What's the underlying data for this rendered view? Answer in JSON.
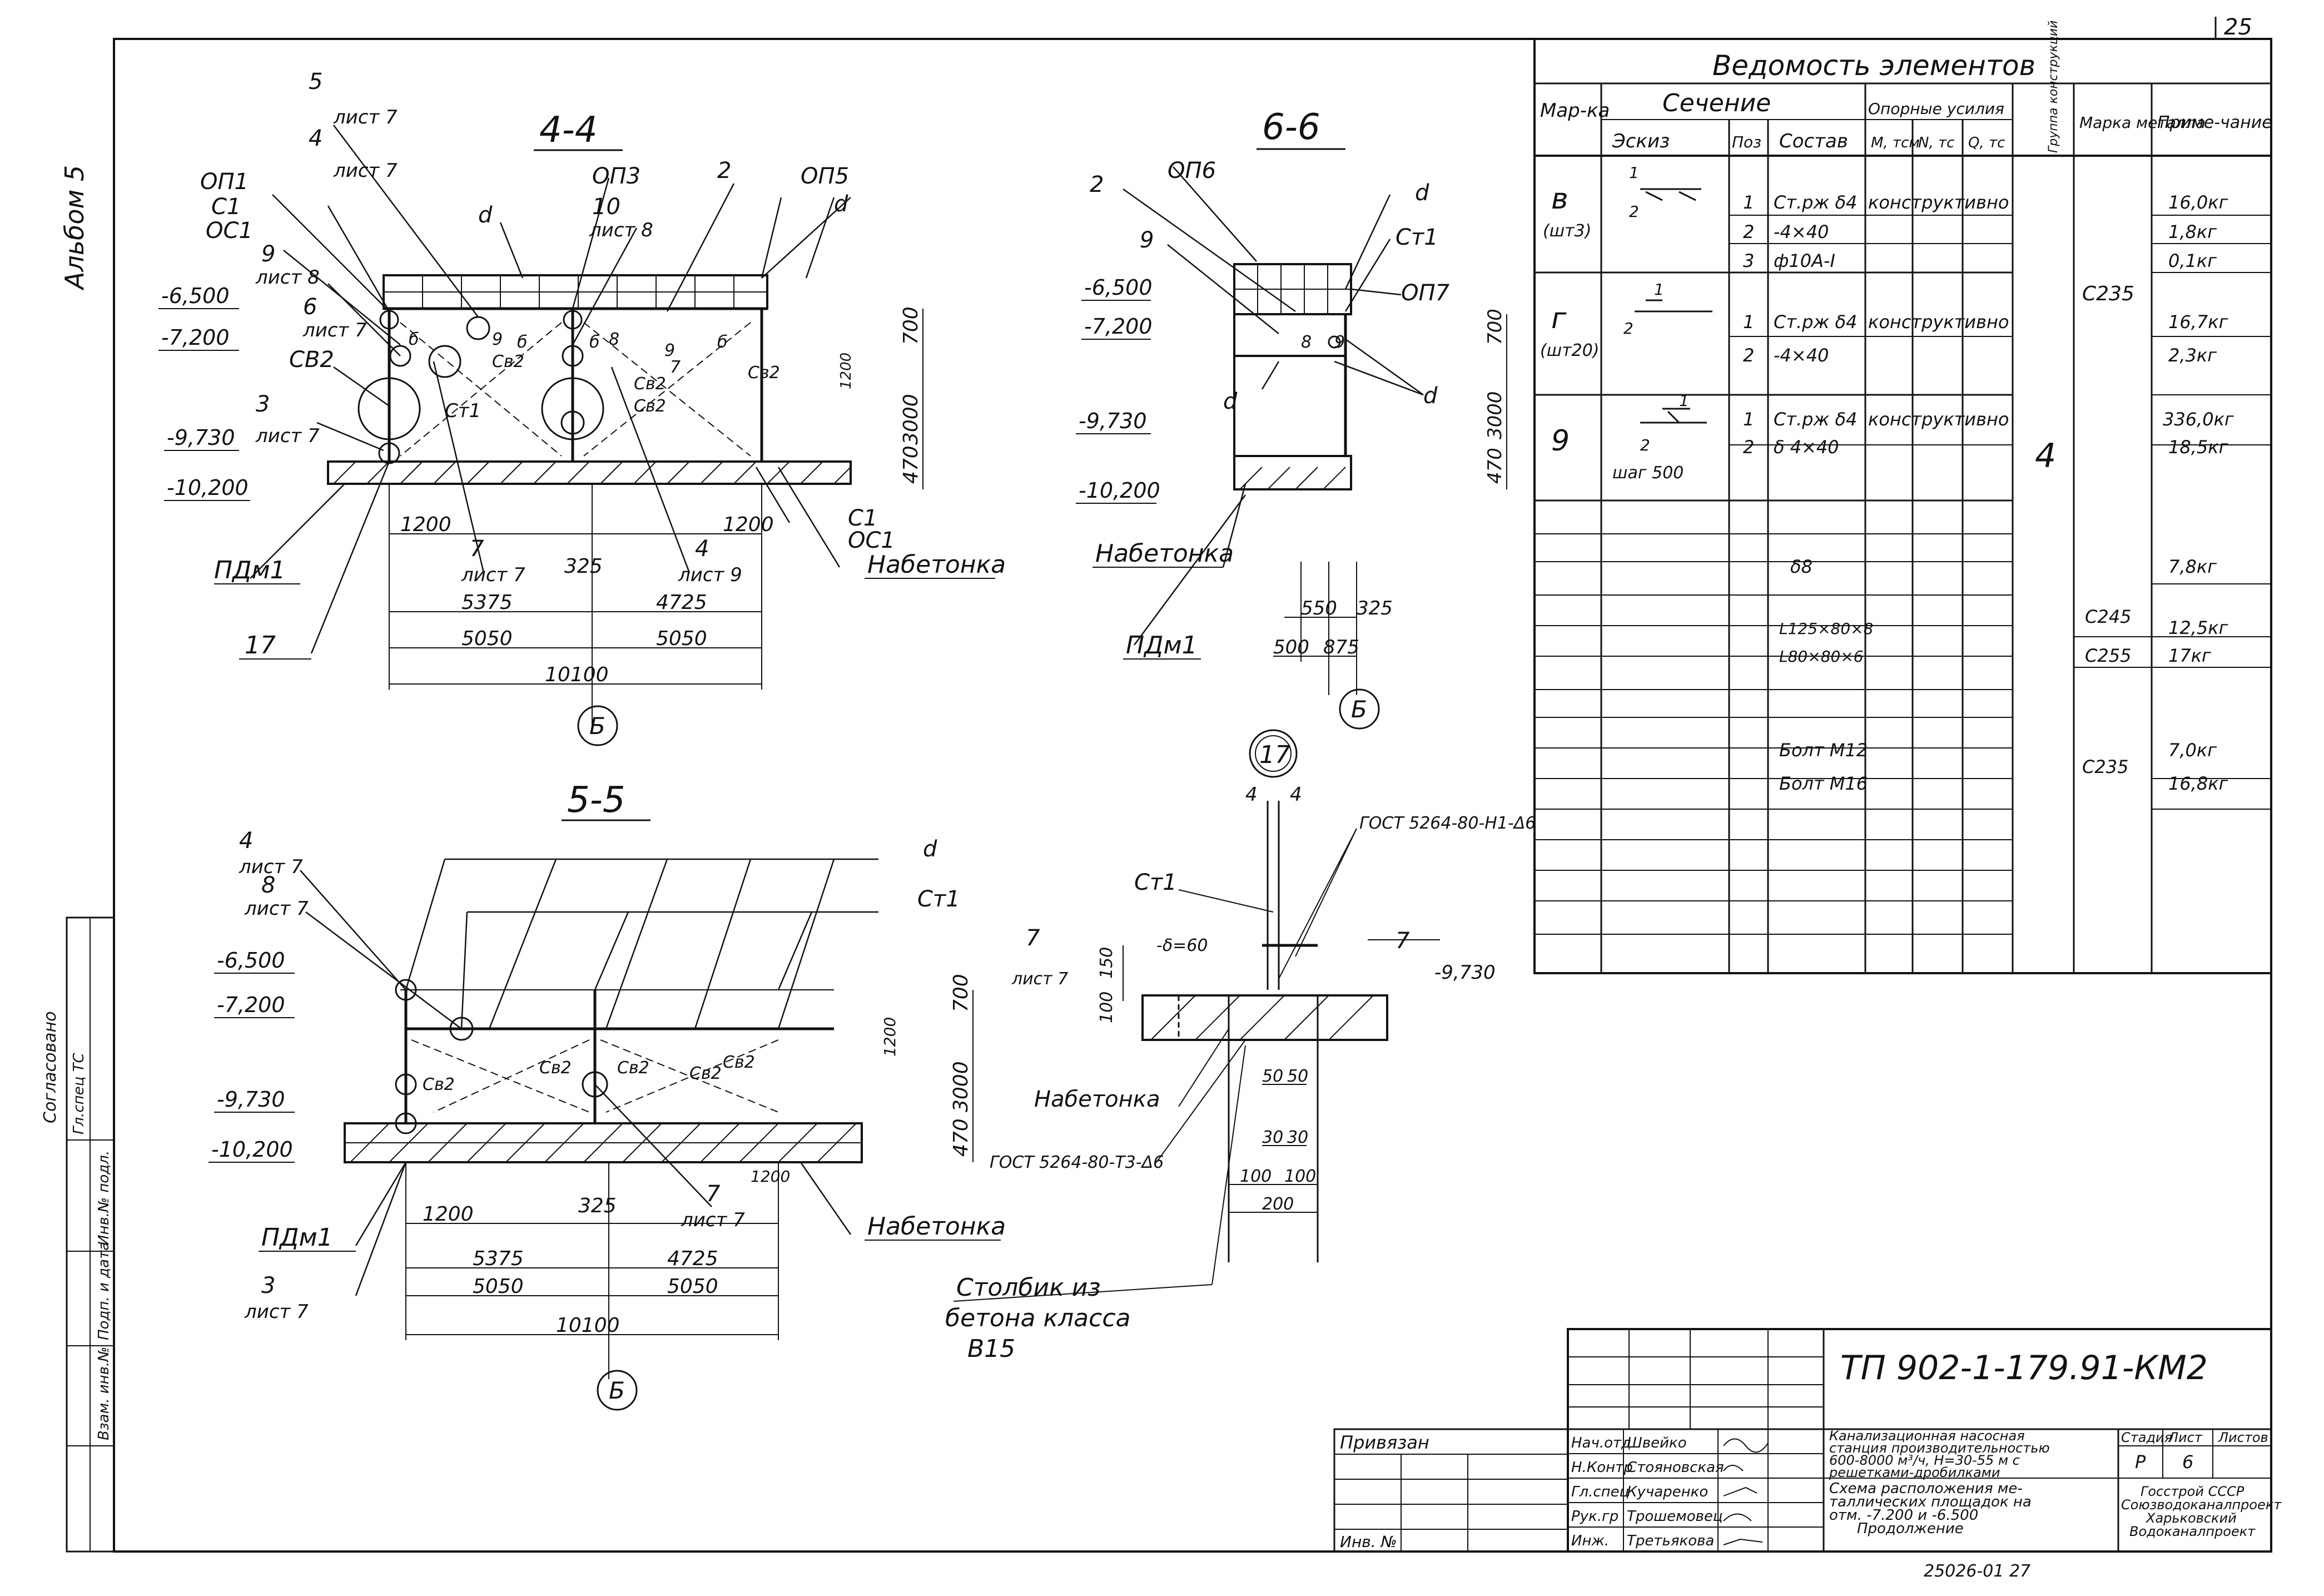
{
  "page_number": "25",
  "album": "Альбом 5",
  "sections": {
    "s44": {
      "title": "4-4",
      "callouts": [
        "5",
        "лист 7",
        "4",
        "лист 7",
        "ОП1",
        "С1",
        "ОС1",
        "9",
        "лист 8",
        "6",
        "лист 7",
        "СВ2",
        "3",
        "лист 7",
        "ОП3",
        "10",
        "лист 8",
        "2",
        "ОП5",
        "d",
        "d",
        "С1",
        "ОС1",
        "7",
        "лист 7",
        "4",
        "лист 9",
        "Ст1",
        "Св2",
        "Св2",
        "Св2",
        "Св2",
        "б",
        "б",
        "б",
        "б",
        "9",
        "9",
        "8",
        "7"
      ],
      "levels": [
        "-6,500",
        "-7,200",
        "-9,730",
        "-10,200"
      ],
      "labels": {
        "pdm": "ПДм1",
        "concrete": "Набетонка",
        "num17": "17",
        "axis": "Б"
      },
      "dims": [
        "1200",
        "1200",
        "325",
        "5375",
        "4725",
        "5050",
        "5050",
        "10100",
        "700",
        "3000",
        "470",
        "1200"
      ]
    },
    "s66": {
      "title": "6-6",
      "callouts": [
        "ОП6",
        "2",
        "9",
        "d",
        "Ст1",
        "ОП7",
        "d",
        "d",
        "8",
        "9"
      ],
      "levels": [
        "-6,500",
        "-7,200",
        "-9,730",
        "-10,200"
      ],
      "labels": {
        "concrete": "Набетонка",
        "pdm": "ПДм1",
        "axis": "Б"
      },
      "dims": [
        "700",
        "3000",
        "470",
        "550",
        "325",
        "500",
        "875"
      ]
    },
    "s55": {
      "title": "5-5",
      "callouts": [
        "4",
        "лист 7",
        "8",
        "лист 7",
        "d",
        "Ст1",
        "Св2",
        "Св2",
        "Св2",
        "Св2",
        "Св2",
        "7",
        "лист 7",
        "3",
        "лист 7"
      ],
      "levels": [
        "-6,500",
        "-7,200",
        "-9,730",
        "-10,200"
      ],
      "labels": {
        "pdm": "ПДм1",
        "concrete": "Набетонка",
        "axis": "Б"
      },
      "dims": [
        "1200",
        "325",
        "5375",
        "4725",
        "5050",
        "5050",
        "10100",
        "700",
        "3000",
        "1200",
        "470",
        "1200"
      ]
    },
    "s17": {
      "title": "17",
      "callouts": [
        "4",
        "4",
        "ГОСТ 5264-80-Н1-Δ6",
        "Ст1",
        "-δ=60",
        "7",
        "лист 7",
        "7",
        "-9,730",
        "Набетонка",
        "ГОСТ 5264-80-Т3-Δ6"
      ],
      "dims": [
        "150",
        "100",
        "50",
        "50",
        "30",
        "30",
        "100",
        "100",
        "200"
      ],
      "note": [
        "Столбик из",
        "бетона класса",
        "В15"
      ]
    }
  },
  "table": {
    "title": "Ведомость элементов",
    "headers": {
      "marka": "Мар-ка",
      "sechenie": "Сечение",
      "eskiz": "Эскиз",
      "poz": "Поз",
      "sostav": "Состав",
      "usilia": "Опорные усилия",
      "m": "M, тсм",
      "n": "N, тс",
      "q": "Q, тс",
      "group": "Группа конструкций",
      "steel": "Марка металла",
      "note": "Приме-чание"
    },
    "rows": [
      {
        "mark": "в",
        "count": "(шт3)",
        "sketch": [
          "1",
          "2"
        ],
        "items": [
          [
            "1",
            "Ст.рж δ4",
            "конструктивно",
            "16,0кг"
          ],
          [
            "2",
            "-4×40",
            "",
            "1,8кг"
          ],
          [
            "3",
            "ф10А-I",
            "",
            "0,1кг"
          ]
        ]
      },
      {
        "mark": "г",
        "count": "(шт20)",
        "sketch": [
          "1",
          "2"
        ],
        "items": [
          [
            "1",
            "Ст.рж δ4",
            "конструктивно",
            "16,7кг"
          ],
          [
            "2",
            "-4×40",
            "",
            "2,3кг"
          ]
        ]
      },
      {
        "mark": "9",
        "count": "",
        "sketch": [
          "1",
          "2",
          "шаг 500"
        ],
        "items": [
          [
            "1",
            "Ст.рж δ4",
            "конструктивно",
            "336,0кг"
          ],
          [
            "2",
            "δ 4×40",
            "",
            "18,5кг"
          ]
        ]
      }
    ],
    "group_value": "4",
    "extra": [
      {
        "name": "δ8",
        "steel": "",
        "mass": "7,8кг"
      },
      {
        "name": "L125×80×8",
        "steel": "С245",
        "mass": "12,5кг"
      },
      {
        "name": "L80×80×6",
        "steel": "С255",
        "mass": "17кг"
      },
      {
        "name": "Болт М12",
        "steel": "С235",
        "mass": "7,0кг"
      },
      {
        "name": "Болт М16",
        "steel": "",
        "mass": "16,8кг"
      }
    ],
    "steel_c235": "С235"
  },
  "title_block": {
    "code": "ТП 902-1-179.91-КМ2",
    "privyazan": "Привязан",
    "inv": "Инв. №",
    "roles": [
      "Нач.отд",
      "Н.Контр",
      "Гл.спец",
      "Рук.гр",
      "Инж."
    ],
    "names": [
      "Швейко",
      "Стояновская",
      "Кучаренко",
      "Трошемовец",
      "Третьякова"
    ],
    "project": "Канализационная насосная станция производительностью 600-8000 м³/ч, H=30-55 м с решетками-дробилками",
    "sheet_title": "Схема расположения металлических площадок на отм. -7.200 и -6.500. Продолжение",
    "stage_hdr": "Стадия",
    "sheet_hdr": "Лист",
    "sheets_hdr": "Листов",
    "stage": "Р",
    "sheet": "6",
    "org": "Госстрой СССР Союзводоканалпроект Харьковский Водоканалпроект",
    "footer": "25026-01  27"
  },
  "side_stamp": {
    "agreed": "Согласовано",
    "cells": [
      "Гл.спец ТС",
      "Инв.№ подл.",
      "Подп. и дата",
      "Взам. инв.№"
    ]
  }
}
